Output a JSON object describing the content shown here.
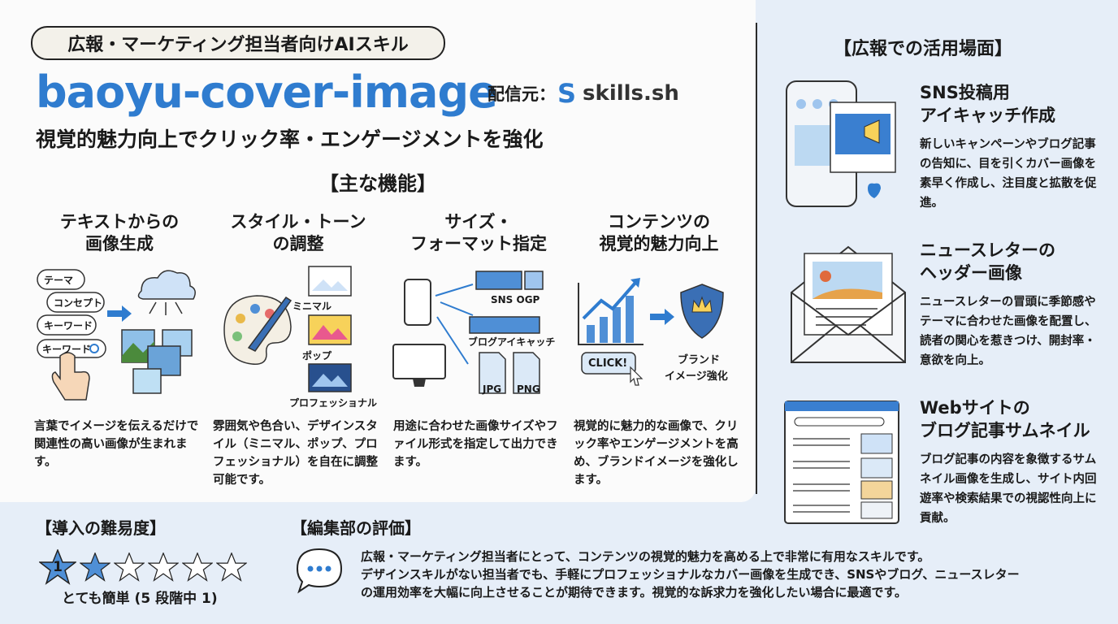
{
  "header": {
    "tag": "広報・マーケティング担当者向けAIスキル",
    "title": "baoyu-cover-image",
    "distributor_label": "配信元：",
    "distributor_name": "skills.sh",
    "subtitle": "視覚的魅力向上でクリック率・エンゲージメントを強化"
  },
  "features_heading": "【主な機能】",
  "features": [
    {
      "title": "テキストからの\n画像生成",
      "labels": [
        "テーマ",
        "コンセプト",
        "キーワード",
        "キーワード"
      ],
      "desc": "言葉でイメージを伝えるだけで関連性の高い画像が生まれます。"
    },
    {
      "title": "スタイル・トーン\nの調整",
      "labels": [
        "ミニマル",
        "ポップ",
        "プロフェッショナル"
      ],
      "desc": "雰囲気や色合い、デザインスタイル（ミニマル、ポップ、プロフェッショナル）を自在に調整可能です。"
    },
    {
      "title": "サイズ・\nフォーマット指定",
      "labels": [
        "SNS OGP",
        "ブログアイキャッチ",
        "JPG",
        "PNG"
      ],
      "desc": "用途に合わせた画像サイズやファイル形式を指定して出力できます。"
    },
    {
      "title": "コンテンツの\n視覚的魅力向上",
      "labels": [
        "CLICK!",
        "ブランド",
        "イメージ強化"
      ],
      "desc": "視覚的に魅力的な画像で、クリック率やエンゲージメントを高め、ブランドイメージを強化します。"
    }
  ],
  "use_cases_heading": "【広報での活用場面】",
  "use_cases": [
    {
      "title": "SNS投稿用\nアイキャッチ作成",
      "desc": "新しいキャンペーンやブログ記事の告知に、目を引くカバー画像を素早く作成し、注目度と拡散を促進。"
    },
    {
      "title": "ニュースレターの\nヘッダー画像",
      "desc": "ニュースレターの冒頭に季節感やテーマに合わせた画像を配置し、読者の関心を惹きつけ、開封率・意欲を向上。"
    },
    {
      "title": "Webサイトの\nブログ記事サムネイル",
      "desc": "ブログ記事の内容を象徴するサムネイル画像を生成し、サイト内回遊率や検索結果での視認性向上に貢献。"
    }
  ],
  "difficulty": {
    "heading": "【導入の難易度】",
    "level": "1",
    "rating": 1,
    "max": 5,
    "caption": "とても簡単 (5 段階中 1)"
  },
  "evaluation": {
    "heading": "【編集部の評価】",
    "lines": [
      "広報・マーケティング担当者にとって、コンテンツの視覚的魅力を高める上で非常に有用なスキルです。",
      "デザインスキルがない担当者でも、手軽にプロフェッショナルなカバー画像を生成でき、SNSやブログ、ニュースレター",
      "の運用効率を大幅に向上させることが期待できます。視覚的な訴求力を強化したい場合に最適です。"
    ]
  },
  "colors": {
    "accent": "#2f7ccf",
    "background": "#e6eef8",
    "panel": "#fbfbfb"
  }
}
